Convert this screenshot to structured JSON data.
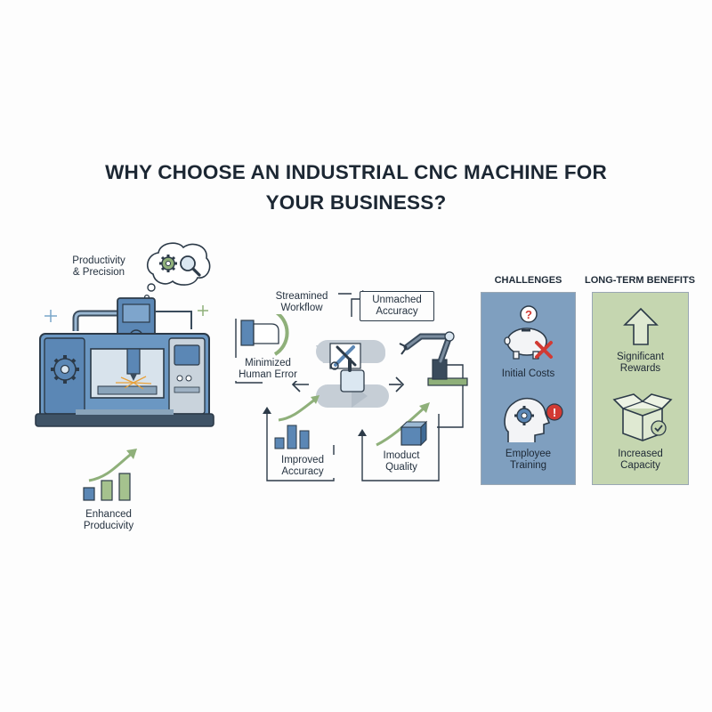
{
  "title": {
    "line1": "WHY CHOOSE AN INDUSTRIAL CNC MACHINE FOR",
    "line2": "YOUR BUSINESS?"
  },
  "left": {
    "productivity_precision": [
      "Productivity",
      "& Precision"
    ],
    "enhanced_productivity": [
      "Enhanced",
      "Producivity"
    ]
  },
  "workflow": {
    "streamlined_workflow": [
      "Streamined",
      "Workflow"
    ],
    "unmatched_accuracy": [
      "Unmached",
      "Accuracy"
    ],
    "minimized_human_error": [
      "Minimized",
      "Human Error"
    ],
    "improved_accuracy": [
      "Improved",
      "Accuracy"
    ],
    "product_quality": [
      "Imoduct",
      "Quality"
    ]
  },
  "challenges": {
    "heading": "CHALLENGES",
    "items": [
      {
        "label": [
          "Initial Costs"
        ],
        "icon": "piggy-bank-icon"
      },
      {
        "label": [
          "Employee",
          "Training"
        ],
        "icon": "head-gear-icon"
      }
    ]
  },
  "benefits": {
    "heading": "LONG-TERM BENEFITS",
    "items": [
      {
        "label": [
          "Significant",
          "Rewards"
        ],
        "icon": "arrow-up-icon"
      },
      {
        "label": [
          "Increased",
          "Capacity"
        ],
        "icon": "open-box-icon"
      }
    ]
  },
  "colors": {
    "accent_blue": "#5b87b5",
    "accent_green": "#8fb07a",
    "challenge_panel": "#7f9fbf",
    "benefit_panel": "#c5d6b0",
    "alert_red": "#d23a33"
  }
}
